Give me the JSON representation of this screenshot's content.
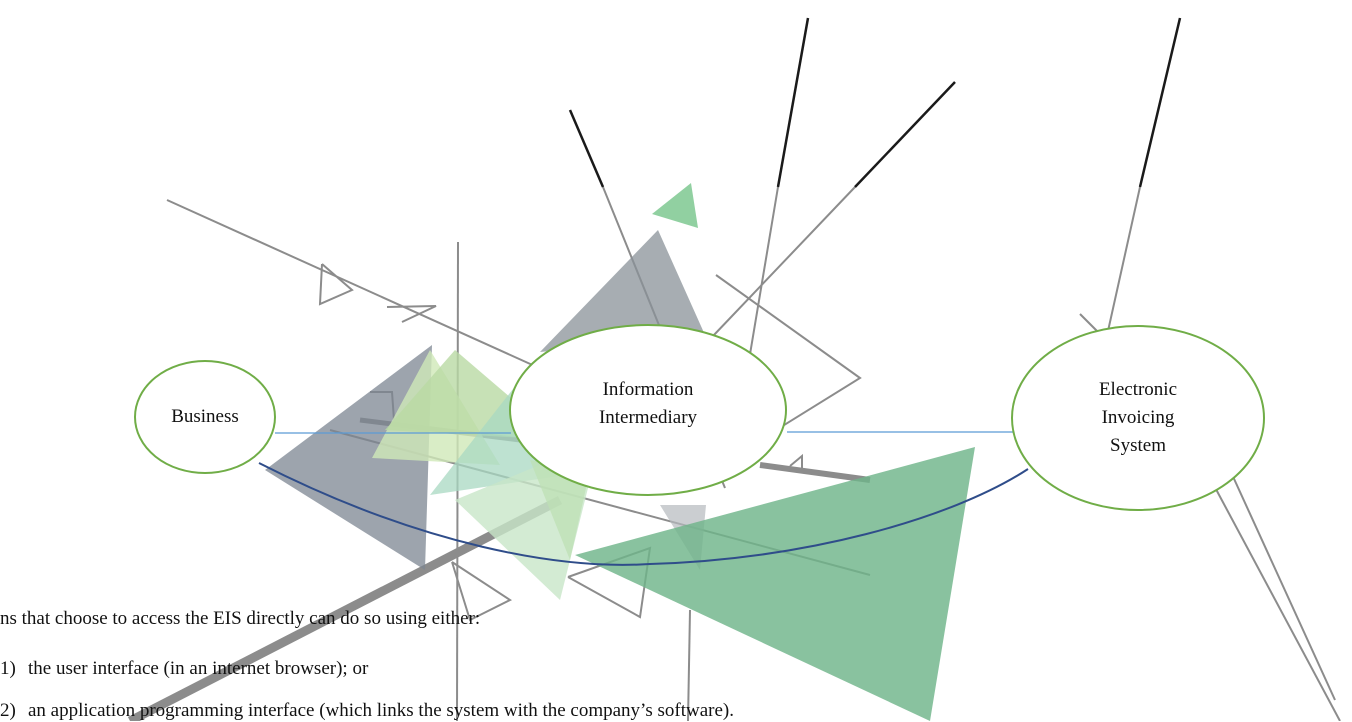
{
  "nodes": {
    "business": {
      "label": "Business"
    },
    "intermediary": {
      "line1": "Information",
      "line2": "Intermediary"
    },
    "eis": {
      "line1": "Electronic",
      "line2": "Invoicing",
      "line3": "System"
    }
  },
  "text": {
    "intro": "ns that choose to access the EIS directly can do so using either:",
    "items": [
      {
        "num": "1)",
        "text": "the user interface (in an internet browser); or"
      },
      {
        "num": "2)",
        "text": "an application programming interface (which links the system with the company’s software)."
      }
    ]
  },
  "colors": {
    "ellipse_stroke": "#70ad47",
    "link_line": "#5b9bd5",
    "curve": "#2f4d8a",
    "gray_line": "#8c8c8c",
    "dark_line": "#1a1a1a",
    "slate": "#7c8592",
    "green": "#6fb48a"
  }
}
